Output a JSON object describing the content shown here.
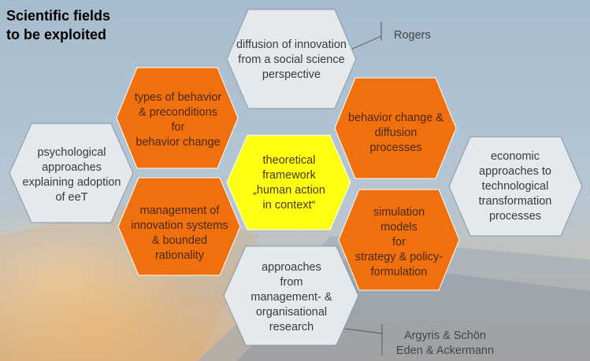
{
  "title": "Scientific fields\nto be exploited",
  "colors": {
    "light_hex": "#e4e9ee",
    "orange_hex": "#f0700d",
    "center_hex": "#ffff14",
    "dark_text": "#3a3a3a",
    "orange_text": "#4a2a10"
  },
  "hexagons": {
    "diffusion": "diffusion of innovation\nfrom a social science\nperspective",
    "types_behavior": "types of behavior\n& preconditions\nfor\nbehavior change",
    "behavior_change": "behavior change &\ndiffusion\nprocesses",
    "psychological": "psychological\napproaches\nexplaining adoption\nof eeT",
    "theoretical": "theoretical\nframework\n„human action\nin context“",
    "economic": "economic\napproaches to\ntechnological\ntransformation\nprocesses",
    "management_innovation": "management of\ninnovation systems\n& bounded\nrationality",
    "simulation": "simulation\nmodels\nfor\nstrategy & policy-\nformulation",
    "approaches_mgmt": "approaches\nfrom\nmanagement- &\norganisational\nresearch"
  },
  "references": {
    "rogers": "Rogers",
    "argyris": "Argyris & Schön\nEden & Ackermann"
  }
}
